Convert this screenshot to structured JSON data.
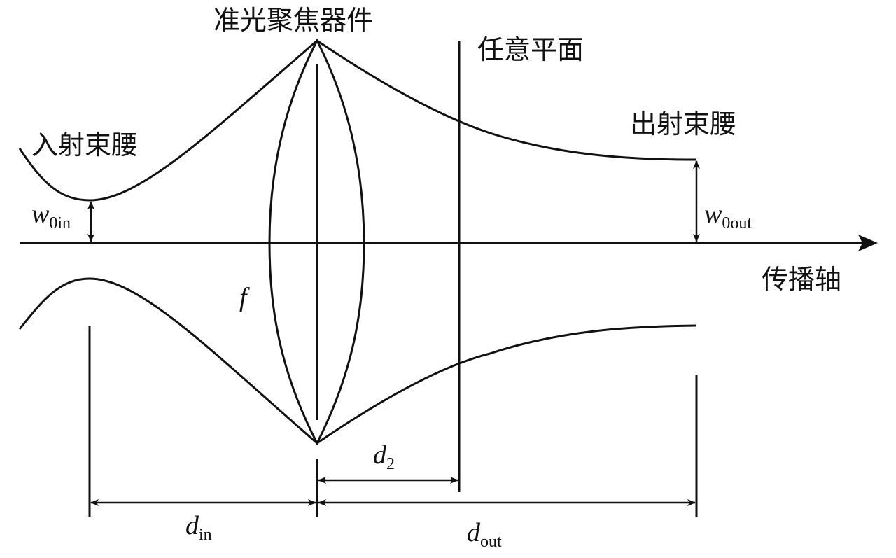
{
  "labels": {
    "lens": "准光聚焦器件",
    "plane": "任意平面",
    "waist_in": "入射束腰",
    "waist_out": "出射束腰",
    "axis": "传播轴"
  },
  "symbols": {
    "w": "w",
    "w0in_sub": "0in",
    "w0out_sub": "0out",
    "f": "f",
    "d": "d",
    "d2_sub": "2",
    "din_sub": "in",
    "dout_sub": "out"
  }
}
